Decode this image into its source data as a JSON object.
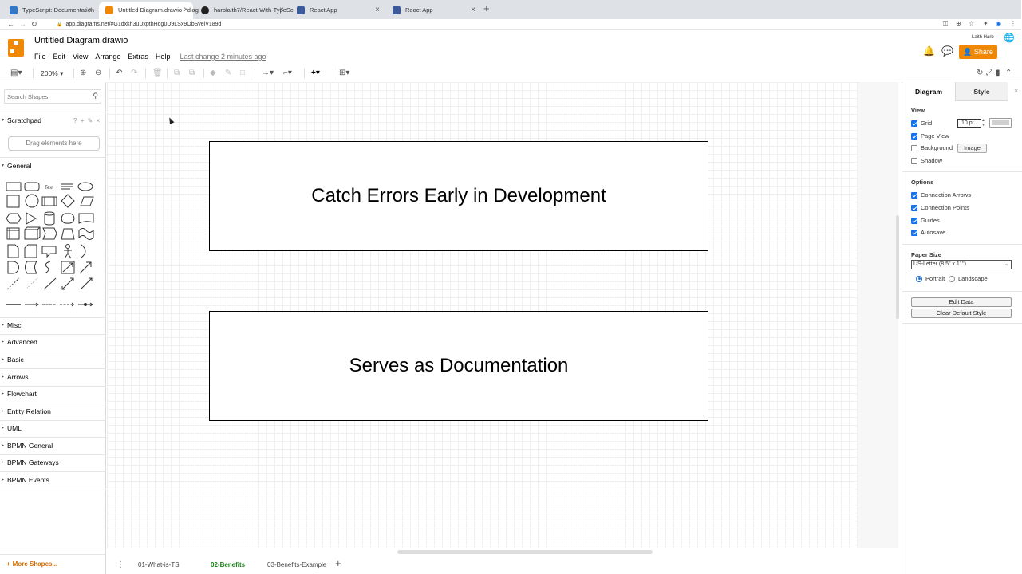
{
  "browser": {
    "tabs": [
      {
        "title": "TypeScript: Documentation - H",
        "favicon_color": "#3178c6"
      },
      {
        "title": "Untitled Diagram.drawio - diag",
        "favicon_color": "#f08705"
      },
      {
        "title": "harblaith7/React-With-TypeSc",
        "favicon_color": "#222222"
      },
      {
        "title": "React App",
        "favicon_color": "#3c5a99"
      },
      {
        "title": "React App",
        "favicon_color": "#3c5a99"
      }
    ],
    "url": "app.diagrams.net/#G1dxkh3uDxpthHqg0D9LSx9ObSvelV189d"
  },
  "app": {
    "doc_title": "Untitled Diagram.drawio",
    "menu": [
      "File",
      "Edit",
      "View",
      "Arrange",
      "Extras",
      "Help"
    ],
    "last_change": "Last change 2 minutes ago",
    "user_name": "Laith Harb",
    "share_label": "Share",
    "accent_color": "#f08705"
  },
  "toolbar": {
    "zoom": "200%"
  },
  "sidebar": {
    "search_placeholder": "Search Shapes",
    "scratchpad": "Scratchpad",
    "drag_here": "Drag elements here",
    "general": "General",
    "text_shape_label": "Text",
    "sections": [
      "Misc",
      "Advanced",
      "Basic",
      "Arrows",
      "Flowchart",
      "Entity Relation",
      "UML",
      "BPMN General",
      "BPMN Gateways",
      "BPMN Events"
    ],
    "more_shapes": "More Shapes..."
  },
  "canvas": {
    "boxes": [
      {
        "text": "Catch Errors Early in Development"
      },
      {
        "text": "Serves as Documentation"
      }
    ]
  },
  "pages": {
    "tabs": [
      "01-What-is-TS",
      "02-Benefits",
      "03-Benefits-Example"
    ],
    "active": "02-Benefits"
  },
  "format_panel": {
    "tabs": [
      "Diagram",
      "Style"
    ],
    "view_title": "View",
    "grid_label": "Grid",
    "grid_size": "10 pt",
    "page_view_label": "Page View",
    "background_label": "Background",
    "image_button": "Image",
    "shadow_label": "Shadow",
    "options_title": "Options",
    "connection_arrows": "Connection Arrows",
    "connection_points": "Connection Points",
    "guides": "Guides",
    "autosave": "Autosave",
    "paper_size_title": "Paper Size",
    "paper_size": "US-Letter (8,5\" x 11\")",
    "portrait": "Portrait",
    "landscape": "Landscape",
    "edit_data": "Edit Data",
    "clear_default_style": "Clear Default Style"
  }
}
